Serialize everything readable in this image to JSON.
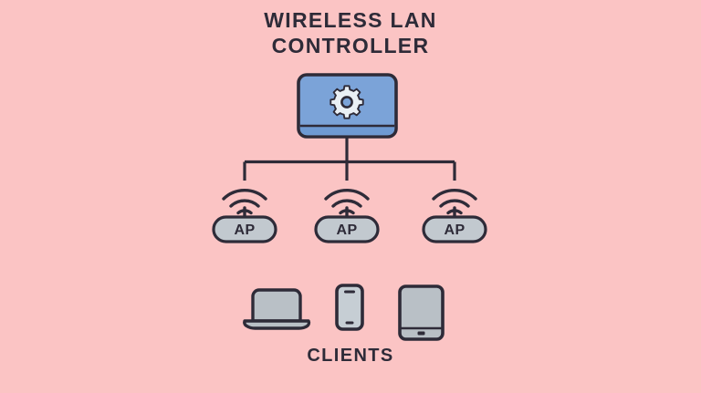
{
  "page": {
    "background_color": "#fbc4c4",
    "title_lines": [
      "WIRELESS LAN",
      "CONTROLLER"
    ],
    "clients_label": "CLIENTS"
  },
  "colors": {
    "background": "#fbc4c4",
    "stroke_dark": "#2e2b38",
    "controller_fill": "#7ba3d8",
    "controller_fill_lower": "#6e9ad3",
    "gear_fill": "#eaf0f5",
    "device_fill": "#b9c0c6",
    "ap_fill": "#c2c9cf",
    "phone_screen_fill": "#c6ced4",
    "text": "#2e2b38"
  },
  "controller": {
    "name": "wireless-lan-controller",
    "icon": "gear-icon"
  },
  "access_points": [
    {
      "label": "AP",
      "wifi_icon": "wifi-signal-icon"
    },
    {
      "label": "AP",
      "wifi_icon": "wifi-signal-icon"
    },
    {
      "label": "AP",
      "wifi_icon": "wifi-signal-icon"
    }
  ],
  "clients": [
    {
      "name": "laptop",
      "icon": "laptop-icon"
    },
    {
      "name": "smartphone",
      "icon": "smartphone-icon"
    },
    {
      "name": "tablet",
      "icon": "tablet-icon"
    }
  ]
}
